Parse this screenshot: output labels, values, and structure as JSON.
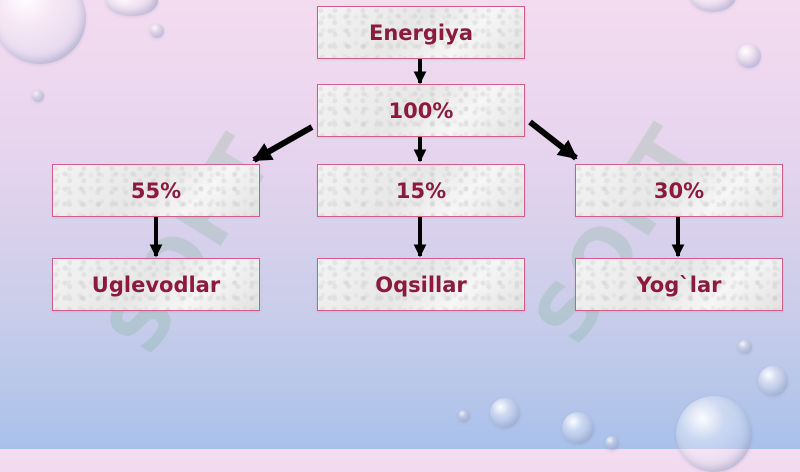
{
  "diagram": {
    "root": "Energiya",
    "total": "100%",
    "branches": [
      {
        "percent": "55%",
        "name": "Uglevodlar"
      },
      {
        "percent": "15%",
        "name": "Oqsillar"
      },
      {
        "percent": "30%",
        "name": "Yog`lar"
      }
    ]
  },
  "watermark": "SOFT",
  "colors": {
    "text": "#8c1a3e",
    "border": "#cf5f86",
    "arrow": "#000000"
  }
}
